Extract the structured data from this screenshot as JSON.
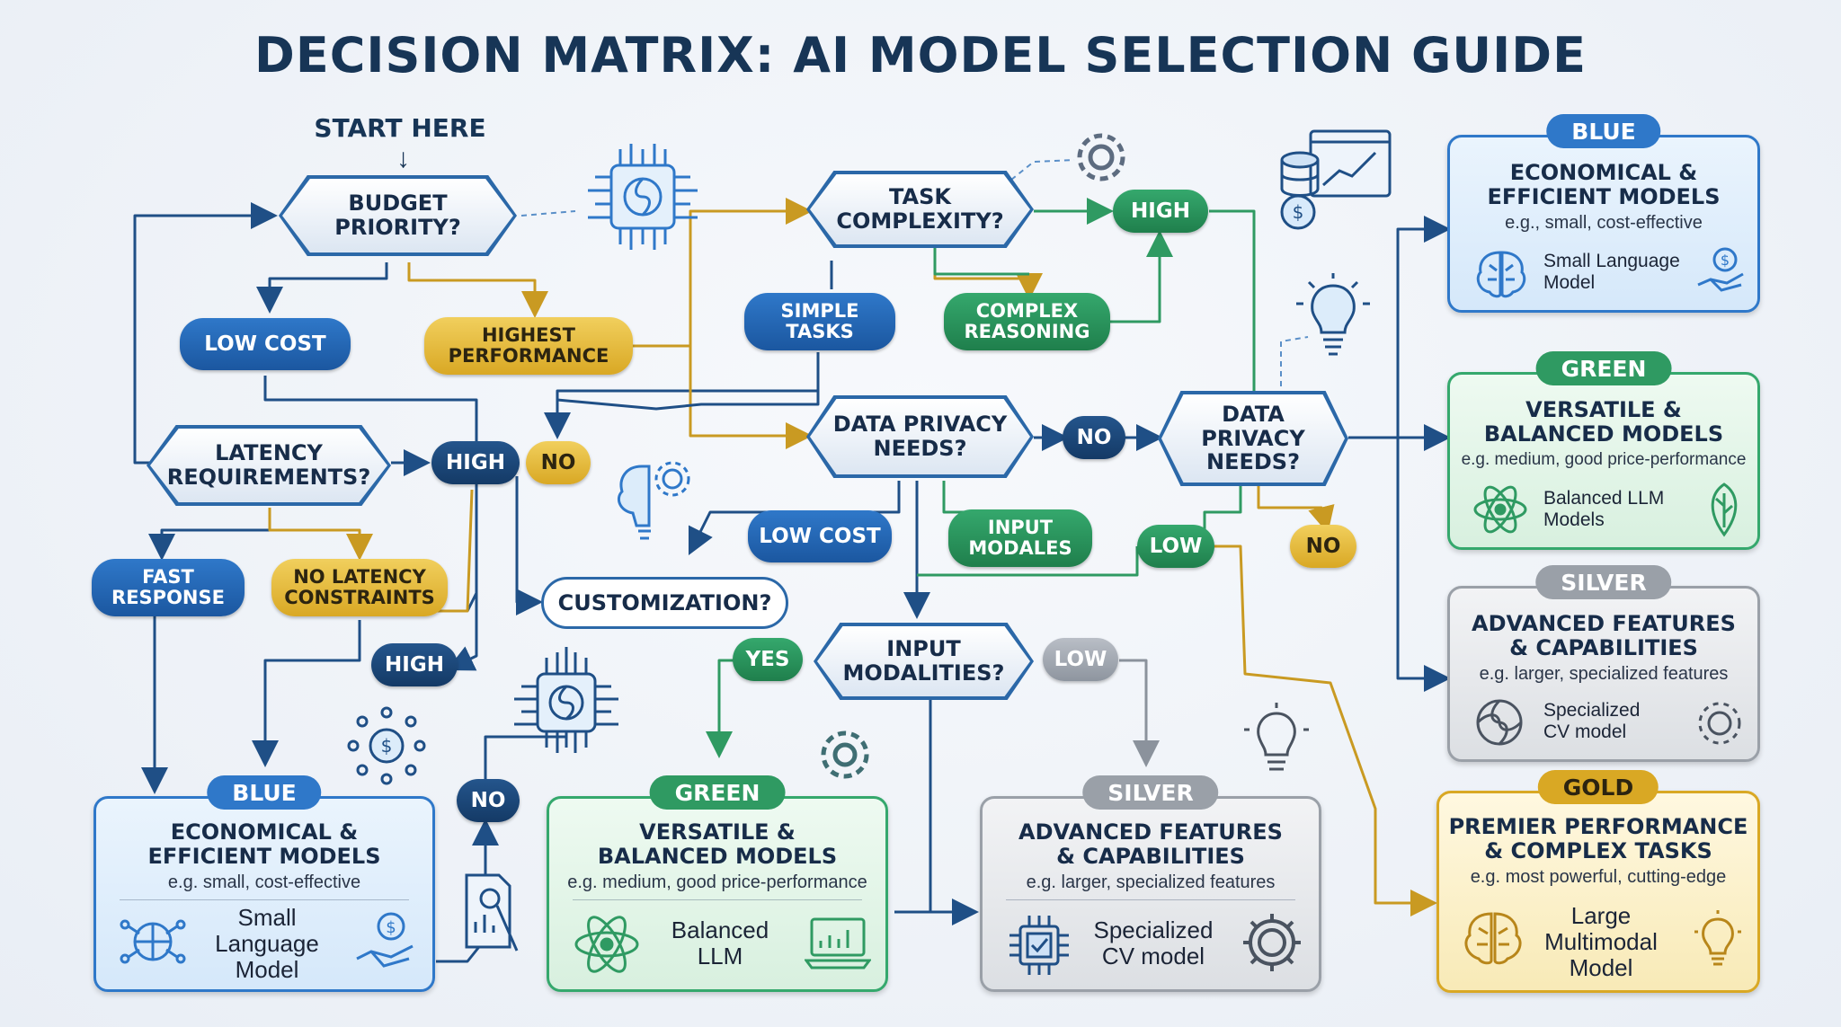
{
  "title": "DECISION MATRIX: AI MODEL SELECTION GUIDE",
  "start_label": "START HERE",
  "decisions": {
    "budget": "BUDGET\nPRIORITY?",
    "latency": "LATENCY\nREQUIREMENTS?",
    "task": "TASK\nCOMPLEXITY?",
    "privacy_center": "DATA PRIVACY\nNEEDS?",
    "privacy_right": "DATA\nPRIVACY\nNEEDS?",
    "customization": "CUSTOMIZATION?",
    "modalities": "INPUT\nMODALITIES?"
  },
  "pills": {
    "low_cost_1": "LOW COST",
    "highest_performance": "HIGHEST\nPERFORMANCE",
    "high_latency": "HIGH",
    "no_latency": "NO",
    "fast_response": "FAST\nRESPONSE",
    "no_latency_constraints": "NO LATENCY\nCONSTRAINTS",
    "high_lower": "HIGH",
    "simple_tasks": "SIMPLE\nTASKS",
    "complex_reasoning": "COMPLEX\nREASONING",
    "high_task": "HIGH",
    "no_privacy": "NO",
    "low_cost_2": "LOW COST",
    "input_modales": "INPUT\nMODALES",
    "low_privacy": "LOW",
    "no_privacy_right": "NO",
    "yes_modal": "YES",
    "low_modal": "LOW",
    "no_bottom": "NO"
  },
  "cards": {
    "right_blue": {
      "tier": "BLUE",
      "head": "ECONOMICAL &\nEFFICIENT MODELS",
      "sub": "e.g., small, cost-effective",
      "model": "Small Language\nModel"
    },
    "right_green": {
      "tier": "GREEN",
      "head": "VERSATILE &\nBALANCED MODELS",
      "sub": "e.g. medium, good price-performance",
      "model": "Balanced LLM\nModels"
    },
    "right_silver": {
      "tier": "SILVER",
      "head": "ADVANCED FEATURES\n& CAPABILITIES",
      "sub": "e.g. larger, specialized features",
      "model": "Specialized\nCV model"
    },
    "right_gold": {
      "tier": "GOLD",
      "head": "PREMIER PERFORMANCE\n& COMPLEX TASKS",
      "sub": "e.g. most powerful, cutting-edge",
      "model": "Large\nMultimodal\nModel"
    },
    "bottom_blue": {
      "tier": "BLUE",
      "head": "ECONOMICAL &\nEFFICIENT MODELS",
      "sub": "e.g. small, cost-effective",
      "model": "Small\nLanguage\nModel"
    },
    "bottom_green": {
      "tier": "GREEN",
      "head": "VERSATILE &\nBALANCED MODELS",
      "sub": "e.g. medium, good price-performance",
      "model": "Balanced\nLLM"
    },
    "bottom_silver": {
      "tier": "SILVER",
      "head": "ADVANCED FEATURES\n& CAPABILITIES",
      "sub": "e.g. larger, specialized features",
      "model": "Specialized\nCV model"
    }
  },
  "colors": {
    "blue": "#2f78c9",
    "green": "#35a86d",
    "silver": "#9aa0a8",
    "gold": "#d9a824",
    "navy": "#173556"
  },
  "icons": [
    "chip-brain-icon",
    "gear-icon",
    "database-chart-icon",
    "lightbulb-icon",
    "brain-gear-icon",
    "coin-network-icon",
    "document-chart-icon",
    "brain-icon",
    "money-hand-icon",
    "atom-icon",
    "laptop-chart-icon",
    "swirl-logo-icon",
    "cpu-check-icon"
  ]
}
